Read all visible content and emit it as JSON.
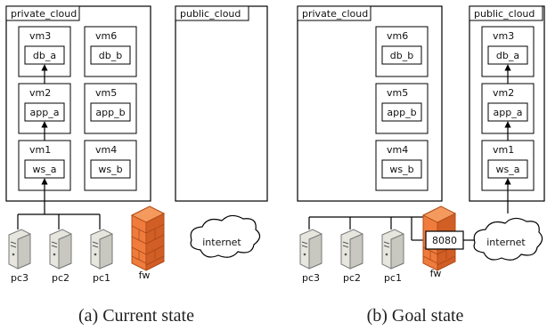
{
  "left": {
    "cloud_title": "private_cloud",
    "public_title": "public_cloud",
    "vms": [
      {
        "name": "vm3",
        "svc": "db_a"
      },
      {
        "name": "vm6",
        "svc": "db_b"
      },
      {
        "name": "vm2",
        "svc": "app_a"
      },
      {
        "name": "vm5",
        "svc": "app_b"
      },
      {
        "name": "vm1",
        "svc": "ws_a"
      },
      {
        "name": "vm4",
        "svc": "ws_b"
      }
    ],
    "pcs": [
      "pc3",
      "pc2",
      "pc1"
    ],
    "fw": "fw",
    "internet": "internet",
    "caption": "(a) Current state"
  },
  "right": {
    "cloud_title": "private_cloud",
    "public_title": "public_cloud",
    "private_vms": [
      {
        "name": "vm6",
        "svc": "db_b"
      },
      {
        "name": "vm5",
        "svc": "app_b"
      },
      {
        "name": "vm4",
        "svc": "ws_b"
      }
    ],
    "public_vms": [
      {
        "name": "vm3",
        "svc": "db_a"
      },
      {
        "name": "vm2",
        "svc": "app_a"
      },
      {
        "name": "vm1",
        "svc": "ws_a"
      }
    ],
    "pcs": [
      "pc3",
      "pc2",
      "pc1"
    ],
    "fw": "fw",
    "port": "8080",
    "internet": "internet",
    "caption": "(b) Goal state"
  },
  "colors": {
    "line": "#000000",
    "firewall": "#f07a3a",
    "firewall_dark": "#c9521c",
    "pc_body": "#dcdcd6"
  }
}
